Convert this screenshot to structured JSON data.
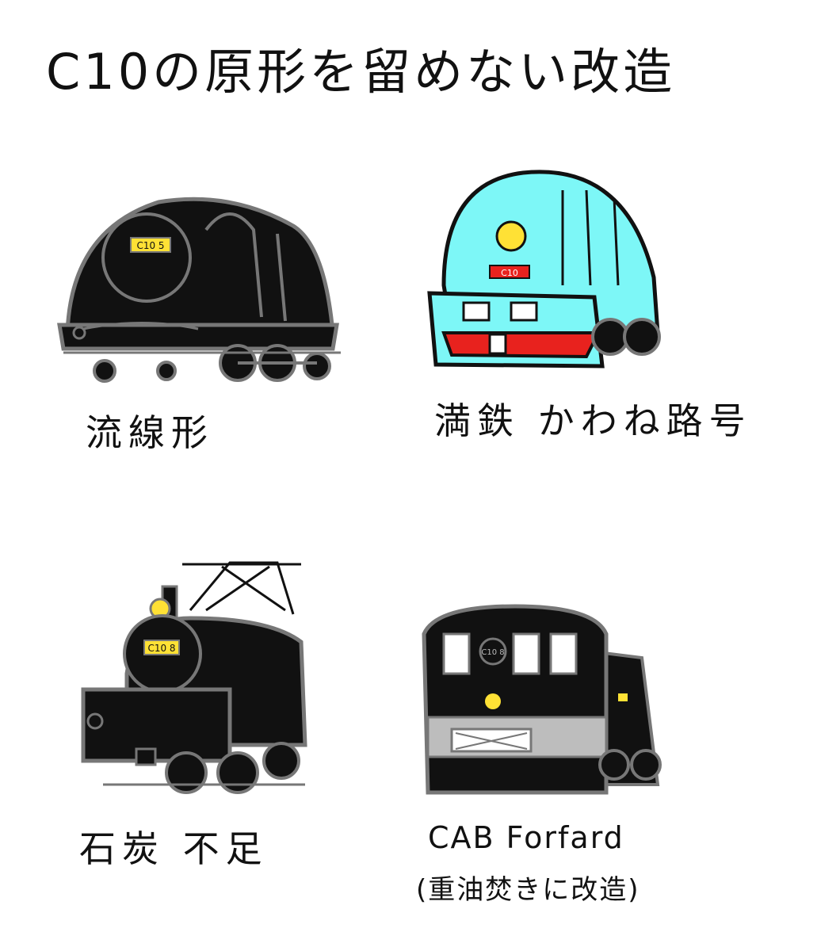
{
  "title": "C10の原形を留めない改造",
  "colors": {
    "ink": "#111111",
    "outline": "#777777",
    "cyan_body": "#7df7f7",
    "headlight": "#ffe135",
    "red_skirt": "#e8221e",
    "gray_band": "#bdbdbd",
    "white_window": "#ffffff"
  },
  "panels": [
    {
      "caption": "流線形",
      "number_plate": "C10 5"
    },
    {
      "caption": "満鉄 かわね路号",
      "number_plate": "C10"
    },
    {
      "caption": "石炭 不足",
      "number_plate": "C10 8"
    },
    {
      "caption": "CAB Forfard",
      "caption_line2": "(重油焚きに改造)",
      "number_plate": "C10 8"
    }
  ]
}
